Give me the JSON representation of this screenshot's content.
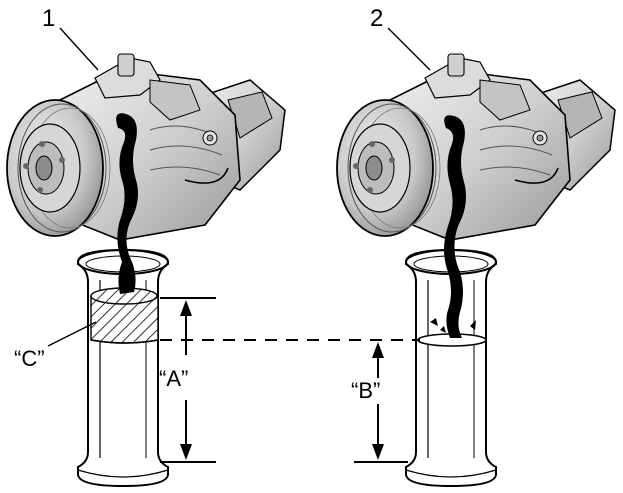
{
  "callouts": {
    "compressor_1": "1",
    "compressor_2": "2"
  },
  "dimensions": {
    "a": "“A”",
    "b": "“B”",
    "c": "“C”"
  },
  "colors": {
    "ink": "#000000",
    "body_fill": "#d9d9d9",
    "body_shade": "#a8a8a8",
    "body_dark": "#6e6e6e",
    "glass_fill": "#ffffff"
  }
}
